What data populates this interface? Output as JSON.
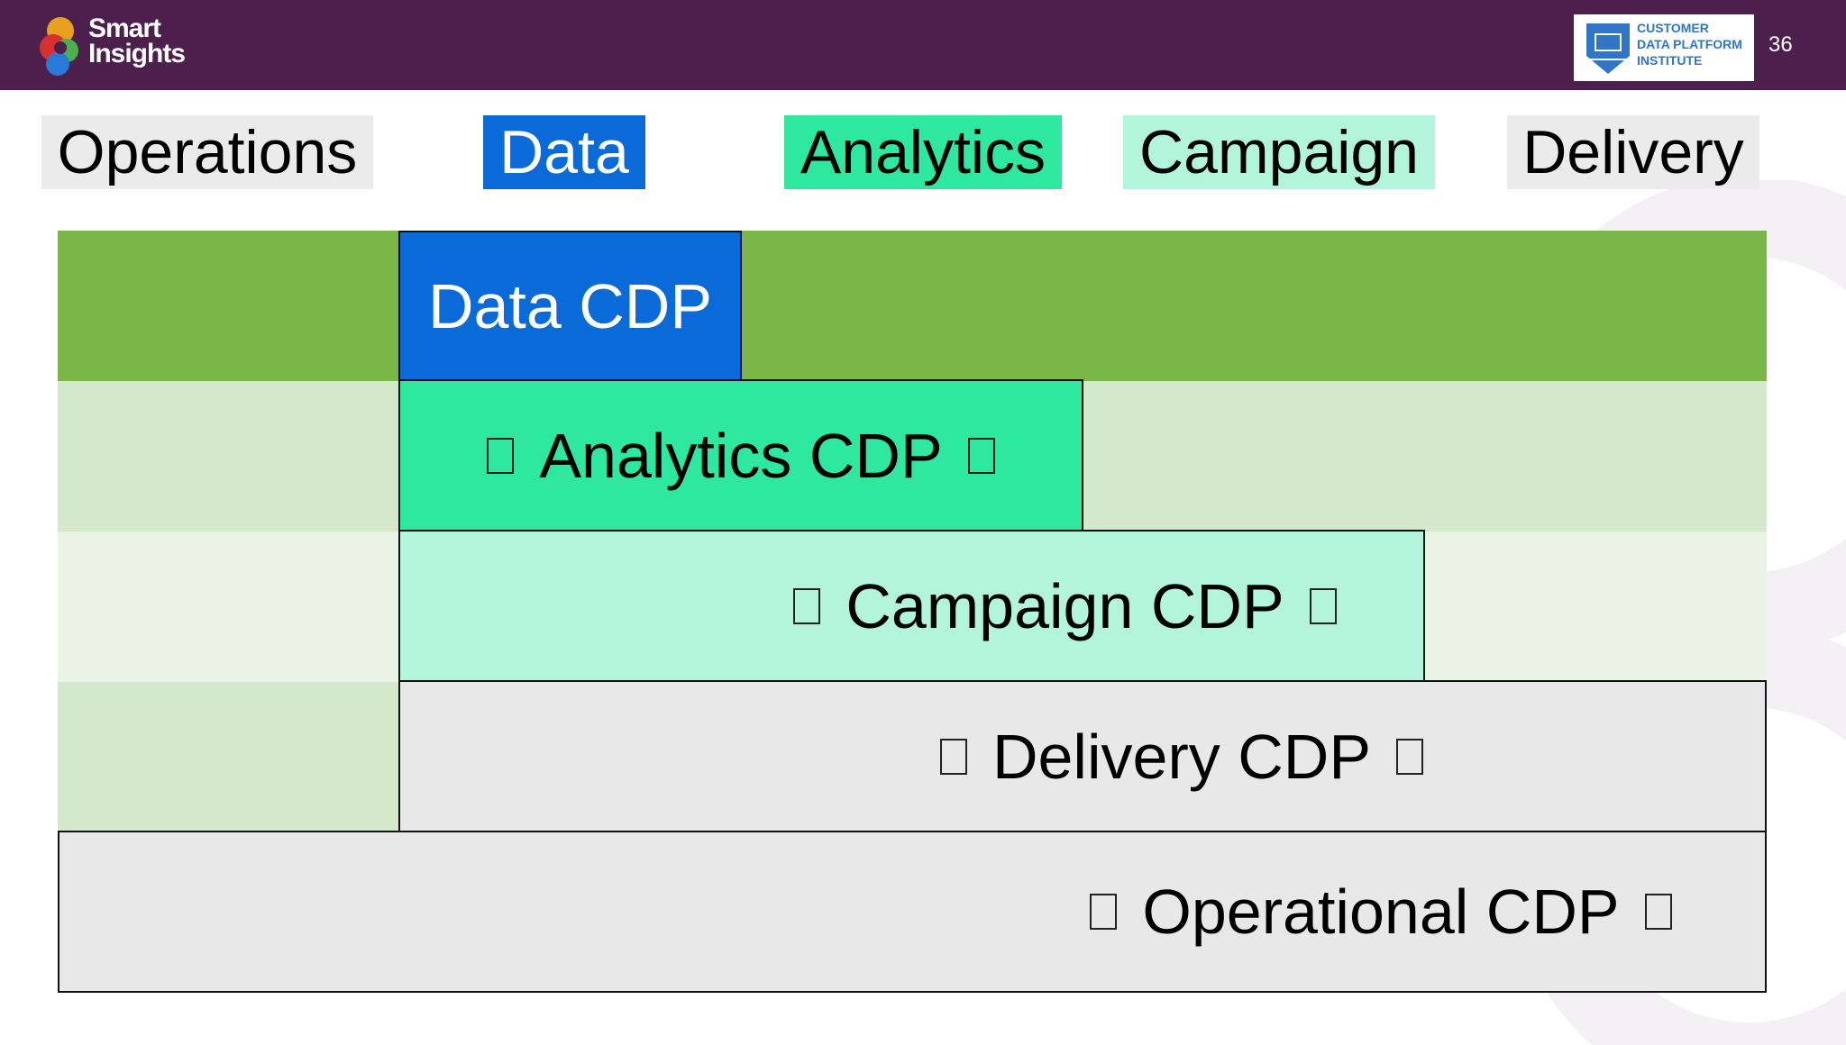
{
  "header": {
    "logo_text": "Smart Insights",
    "badge_text": "CUSTOMER\nDATA PLATFORM\nINSTITUTE",
    "slide_number": "36",
    "colors": {
      "bar": "#4d1f4d"
    }
  },
  "tabs": [
    {
      "label": "Operations",
      "bg": "#ebebeb",
      "color": "#000000"
    },
    {
      "label": "Data",
      "bg": "#0a6ad8",
      "color": "#ffffff"
    },
    {
      "label": "Analytics",
      "bg": "#2ee8a0",
      "color": "#000000"
    },
    {
      "label": "Campaign",
      "bg": "#b2f5dc",
      "color": "#000000"
    },
    {
      "label": "Delivery",
      "bg": "#ebebeb",
      "color": "#000000"
    }
  ],
  "layers": [
    {
      "label": "Data CDP",
      "bg": "#0a6ad8",
      "color": "#ffffff",
      "band": "#7ab648"
    },
    {
      "label": "Analytics CDP",
      "bg": "#2ee8a0",
      "color": "#000000",
      "band": "#d4e8cc"
    },
    {
      "label": "Campaign CDP",
      "bg": "#b2f5dc",
      "color": "#000000",
      "band": "#eaf4e6"
    },
    {
      "label": "Delivery CDP",
      "bg": "#e8e8e8",
      "color": "#000000",
      "band": "#d4e8cc"
    },
    {
      "label": "Operational CDP",
      "bg": "#e8e8e8",
      "color": "#000000"
    }
  ]
}
